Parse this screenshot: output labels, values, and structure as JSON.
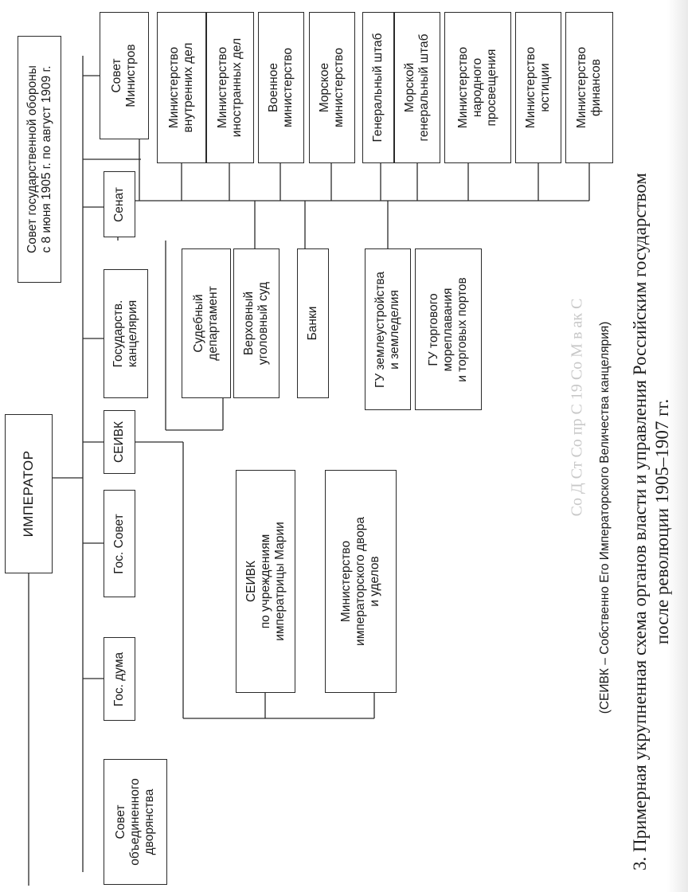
{
  "diagram": {
    "root": {
      "lines": [
        "ИМПЕРАТОР"
      ]
    },
    "level1": {
      "duma": {
        "lines": [
          "Гос. дума"
        ]
      },
      "gos_sovet": {
        "lines": [
          "Гос. Совет"
        ]
      },
      "seivk": {
        "lines": [
          "СЕИВК"
        ]
      },
      "kantselyariya": {
        "lines": [
          "Государств.",
          "канцелярия"
        ]
      },
      "senat": {
        "lines": [
          "Сенат"
        ]
      },
      "sovet_ministrov": {
        "lines": [
          "Совет",
          "Министров"
        ]
      },
      "sovet_oborony": {
        "lines": [
          "Совет государственной обороны",
          "с 8 июня 1905 г. по август 1909 г."
        ]
      },
      "sovet_dvoryanstva": {
        "lines": [
          "Совет",
          "объединенного",
          "дворянства"
        ]
      }
    },
    "ministries": [
      {
        "lines": [
          "Министерство",
          "внутренних дел"
        ]
      },
      {
        "lines": [
          "Министерство",
          "иностранных дел"
        ]
      },
      {
        "lines": [
          "Военное",
          "министерство"
        ]
      },
      {
        "lines": [
          "Морское",
          "министерство"
        ]
      },
      {
        "lines": [
          "Генеральный штаб"
        ]
      },
      {
        "lines": [
          "Морской",
          "генеральный штаб"
        ]
      },
      {
        "lines": [
          "Министерство",
          "народного",
          "просвещения"
        ]
      },
      {
        "lines": [
          "Министерство",
          "юстиции"
        ]
      },
      {
        "lines": [
          "Министерство",
          "финансов"
        ]
      }
    ],
    "lower": [
      {
        "lines": [
          "Судебный",
          "департамент"
        ]
      },
      {
        "lines": [
          "Верховный",
          "уголовный суд"
        ]
      },
      {
        "lines": [
          "Банки"
        ]
      },
      {
        "lines": [
          "ГУ землеустройства",
          "и земледелия"
        ]
      },
      {
        "lines": [
          "ГУ торгового",
          "мореплавания",
          "и торговых портов"
        ]
      }
    ],
    "seivk_children": [
      {
        "lines": [
          "СЕИВК",
          "по учреждениям",
          "императрицы Марии"
        ]
      },
      {
        "lines": [
          "Министерство",
          "императорского двора",
          "и уделов"
        ]
      }
    ]
  },
  "footnote": "(СЕИВК – Собственно Его Императорского Величества канцелярия)",
  "caption": {
    "lines": [
      "3. Примерная укрупненная схема органов власти и управления Российским государством",
      "после революции 1905–1907 гг."
    ]
  },
  "edge_text": "Со  Д  Ст  Со  пр  С  19  Со  М  в  ак  С"
}
